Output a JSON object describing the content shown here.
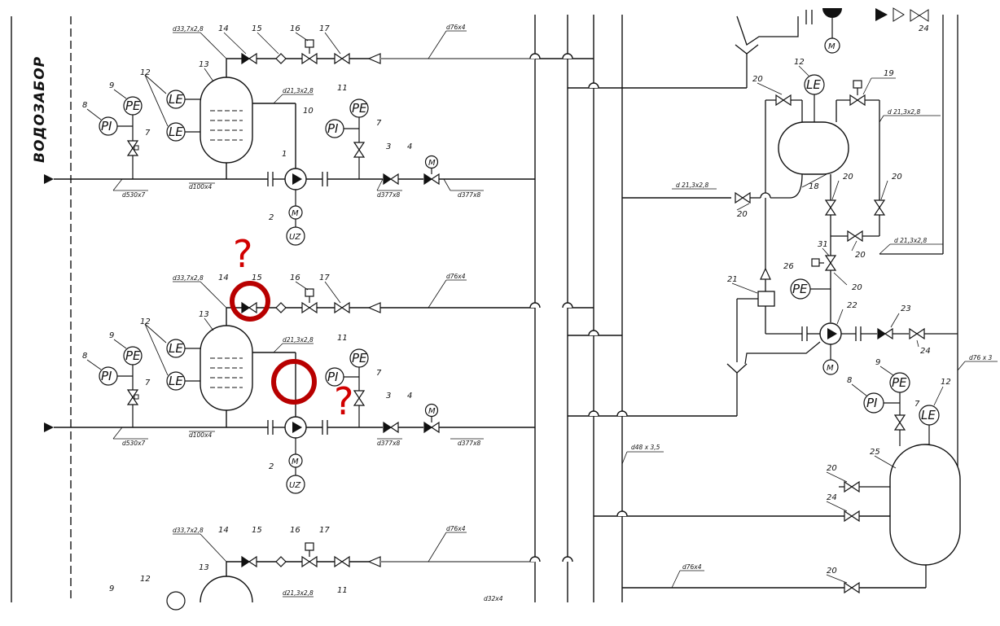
{
  "vertical_title": "ВОДОЗАБОР",
  "colors": {
    "line": "#111111",
    "grey_pipe": "#8a8a8a",
    "highlight": "#b80000",
    "question": "#d10000"
  },
  "symbols": {
    "pi": "PI",
    "pe": "PE",
    "le": "LE",
    "m": "M",
    "uz": "UZ"
  },
  "left_labels": {
    "n1": "1",
    "n2": "2",
    "n3": "3",
    "n4": "4",
    "n7": "7",
    "n8": "8",
    "n9": "9",
    "n10": "10",
    "n11": "11",
    "n12": "12",
    "n13": "13",
    "n14": "14",
    "n15": "15",
    "n16": "16",
    "n17": "17",
    "p_d33": "d33,7x2,8",
    "p_d76": "d76x4",
    "p_d21": "d21,3x2,8",
    "p_d530": "d530x7",
    "p_d100": "d100x4",
    "p_d377": "d377x8",
    "p_frag": "d32x4"
  },
  "right_labels": {
    "n12": "12",
    "n19": "19",
    "n20": "20",
    "n21": "21",
    "n22": "22",
    "n23": "23",
    "n24": "24",
    "n25": "25",
    "n26": "26",
    "n31": "31",
    "n18": "18",
    "n8": "8",
    "n9": "9",
    "n7": "7",
    "d21a": "d 21,3x2,8",
    "d21b": "d 21,3x2,8",
    "d21c": "d 21,3x2,8",
    "d48": "d48 x 3,5",
    "d76": "d76x4",
    "d76x3": "d76 x 3"
  },
  "annotations": {
    "question_mark": "?"
  }
}
